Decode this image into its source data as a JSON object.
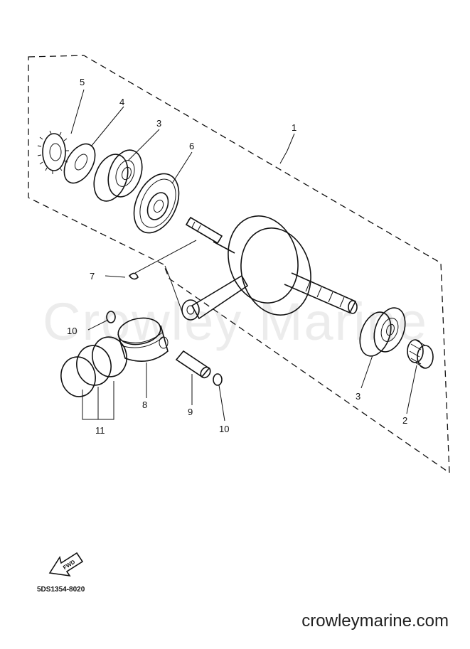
{
  "watermark": "Crowley Marine",
  "diagram_code": "5DS1354-8020",
  "site_label": "crowleymarine.com",
  "fwd_label": "FWD",
  "callouts": {
    "c1": "1",
    "c2": "2",
    "c3a": "3",
    "c3b": "3",
    "c4": "4",
    "c5": "5",
    "c6": "6",
    "c7": "7",
    "c8": "8",
    "c9": "9",
    "c10a": "10",
    "c10b": "10",
    "c11": "11"
  },
  "colors": {
    "ink": "#111111",
    "watermark": "#ececec",
    "background": "#ffffff"
  }
}
